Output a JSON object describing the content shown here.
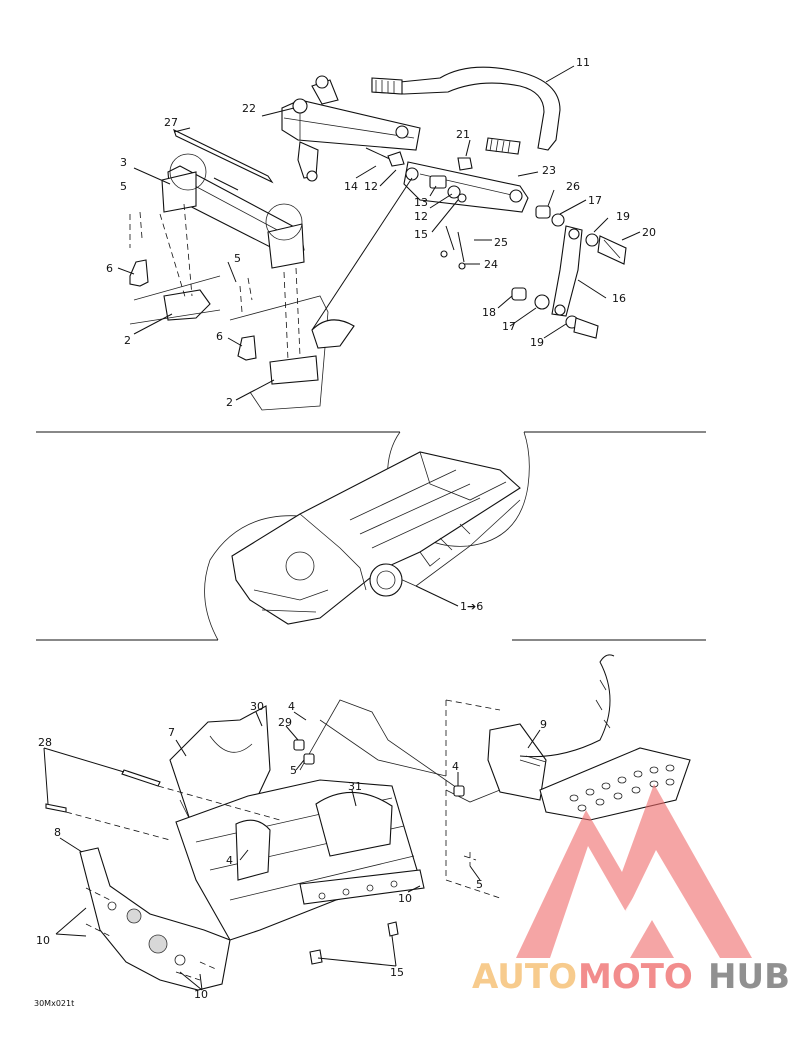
{
  "callouts": [
    "11",
    "22",
    "27",
    "21",
    "3",
    "14",
    "12",
    "23",
    "26",
    "17",
    "5",
    "13",
    "19",
    "20",
    "12",
    "15",
    "25",
    "24",
    "6",
    "5",
    "16",
    "2",
    "18",
    "17",
    "19",
    "6",
    "2",
    "1➔6",
    "30",
    "4",
    "7",
    "29",
    "9",
    "28",
    "5",
    "31",
    "4",
    "8",
    "4",
    "5",
    "10",
    "10",
    "15",
    "10"
  ],
  "figure_code": "30Mx021t",
  "watermark": {
    "word_a": "AUTO",
    "word_b": "MOTO",
    "word_c": "HUB",
    "color_a": "#f6c27a",
    "color_b": "#f07a7a",
    "color_c": "#7d7d7d",
    "logo_color": "#f06a6a"
  }
}
